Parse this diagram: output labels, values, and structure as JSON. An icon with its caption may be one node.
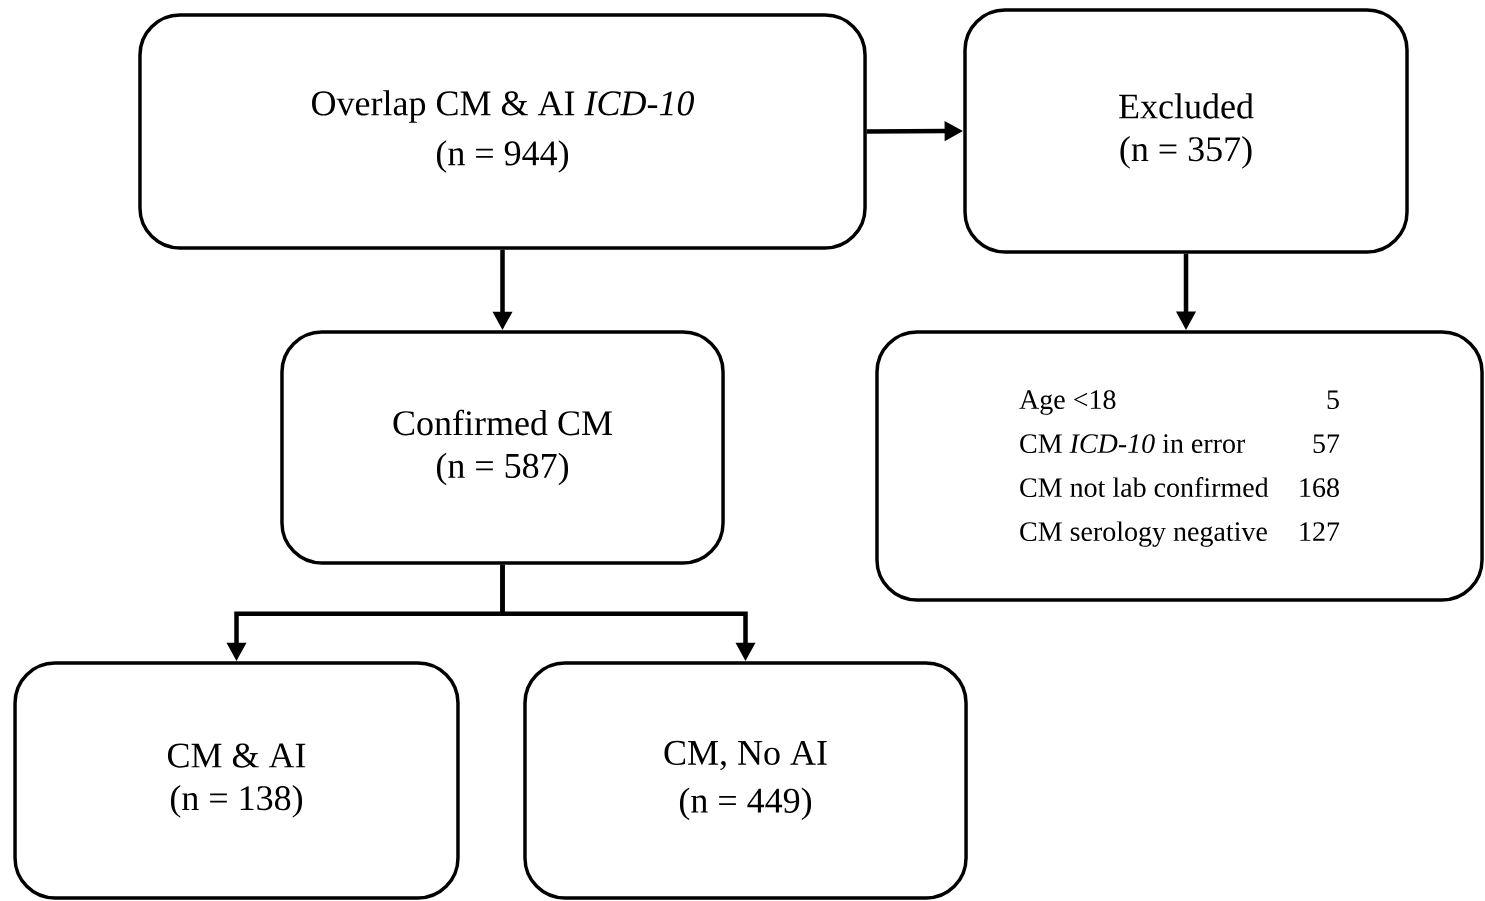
{
  "diagram": {
    "nodes": [
      {
        "text": [
          "Overlap CM & AI *ICD-10*",
          "(n = 944)"
        ]
      },
      {
        "text": [
          "Excluded",
          "(n = 357)"
        ]
      },
      {
        "text": [
          "Confirmed CM",
          "(n = 587)"
        ]
      },
      {
        "text": [
          "Age <18",
          "5",
          "CM *ICD-10* in error",
          "57",
          "CM not lab confirmed",
          "168",
          "CM serology negative",
          "127"
        ]
      },
      {
        "text": [
          "CM & AI",
          "(n = 138)"
        ]
      },
      {
        "text": [
          "CM, No AI",
          "(n = 449)"
        ]
      }
    ],
    "edges": [
      {
        "from": 0,
        "to": 1,
        "arrow": "to"
      },
      {
        "from": 0,
        "to": 2,
        "arrow": "to"
      },
      {
        "from": 1,
        "to": 3,
        "arrow": "to"
      },
      {
        "from": 2,
        "to": 4,
        "arrow": "to"
      },
      {
        "from": 2,
        "to": 5,
        "arrow": "to"
      }
    ]
  }
}
